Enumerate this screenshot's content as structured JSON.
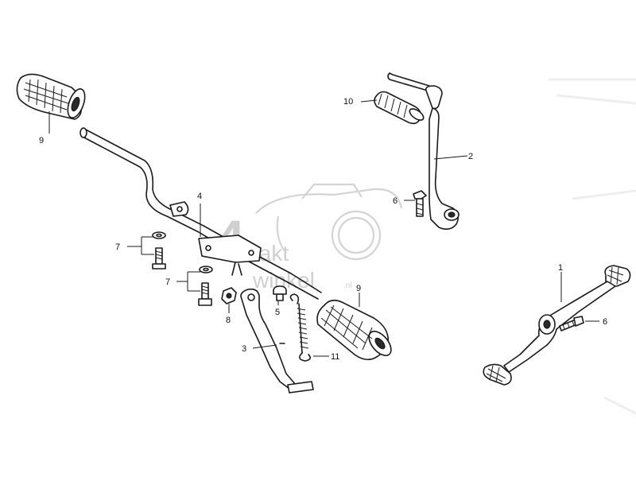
{
  "callouts": {
    "c1": "1",
    "c2": "2",
    "c3": "3",
    "c4": "4",
    "c5": "5",
    "c6a": "6",
    "c6b": "6",
    "c7a": "7",
    "c7b": "7",
    "c8": "8",
    "c9a": "9",
    "c9b": "9",
    "c10": "10",
    "c11": "11"
  },
  "watermark": {
    "big_digit": "4",
    "line1": "takt",
    "line2": "winkel",
    "suffix": ".nl"
  },
  "colors": {
    "ink": "#1a1a1a",
    "watermark": "#d4d4d4",
    "background": "#ffffff"
  }
}
